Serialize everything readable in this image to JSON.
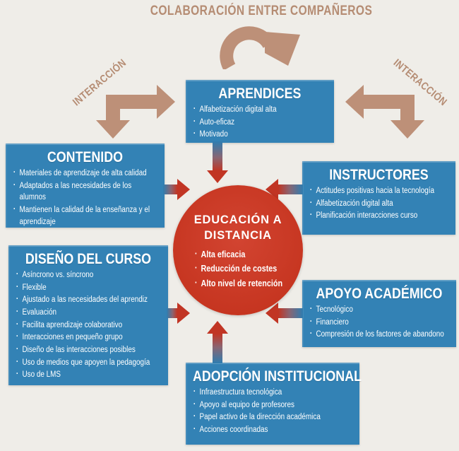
{
  "colors": {
    "background": "#efede8",
    "box_blue": "#3382b5",
    "connector_blue": "#2f7db0",
    "circle_red": "#c5341f",
    "arrow_red": "#c13524",
    "label_tan": "#b58c73",
    "tan_arrow": "#bd9078",
    "text_white": "#ffffff"
  },
  "labels": {
    "top": "COLABORACIÓN ENTRE COMPAÑEROS",
    "left": "INTERACCIÓN",
    "right": "INTERACCIÓN"
  },
  "center": {
    "title": "EDUCACIÓN A DISTANCIA",
    "bullets": [
      "Alta eficacia",
      "Reducción de costes",
      "Alto nivel de retención"
    ]
  },
  "boxes": [
    {
      "key": "aprendices",
      "title": "APRENDICES",
      "bullets": [
        "Alfabetización digital alta",
        "Auto-eficaz",
        "Motivado"
      ]
    },
    {
      "key": "contenido",
      "title": "CONTENIDO",
      "bullets": [
        "Materiales de aprendizaje de alta calidad",
        "Adaptados a las necesidades de los alumnos",
        "Mantienen la calidad de la enseñanza y el aprendizaje"
      ]
    },
    {
      "key": "instructores",
      "title": "INSTRUCTORES",
      "bullets": [
        "Actitudes positivas hacia la tecnología",
        "Alfabetización digital alta",
        "Planificación interacciones curso"
      ]
    },
    {
      "key": "diseno-del-curso",
      "title": "DISEÑO DEL CURSO",
      "bullets": [
        "Asíncrono vs. síncrono",
        "Flexible",
        "Ajustado a las necesidades del aprendiz",
        "Evaluación",
        "Facilita aprendizaje colaborativo",
        "Interacciones en pequeño grupo",
        "Diseño de las interacciones posibles",
        "Uso de medios que apoyen la pedagogía",
        "Uso de LMS"
      ]
    },
    {
      "key": "apoyo-academico",
      "title": "APOYO ACADÉMICO",
      "bullets": [
        "Tecnológico",
        "Financiero",
        "Compresión de los factores de abandono"
      ]
    },
    {
      "key": "adopcion-institucional",
      "title": "ADOPCIÓN INSTITUCIONAL",
      "bullets": [
        "Infraestructura tecnológica",
        "Apoyo al equipo de profesores",
        "Papel activo de la dirección académica",
        "Acciones coordinadas"
      ]
    }
  ]
}
